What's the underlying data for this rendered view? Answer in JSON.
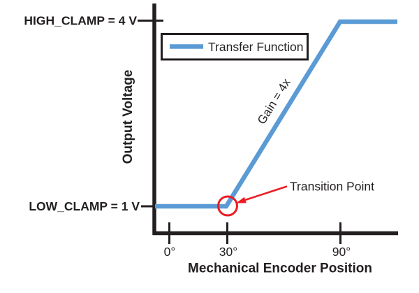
{
  "figure": {
    "labels": {
      "high_clamp": "HIGH_CLAMP = 4 V",
      "low_clamp": "LOW_CLAMP = 1 V",
      "y_axis": "Output Voltage",
      "x_axis": "Mechanical Encoder Position"
    },
    "legend": {
      "label": "Transfer Function"
    },
    "annotations": {
      "gain": "Gain = 4x",
      "transition": "Transition Point"
    }
  },
  "colors": {
    "line_blue": "#5B9BD5",
    "annotation_red": "#EC1C24",
    "ink_black": "#231F20",
    "background": "#FFFFFF"
  },
  "chart_data": {
    "type": "line",
    "title": "",
    "xlabel": "Mechanical Encoder Position",
    "ylabel": "Output Voltage",
    "x_tick_labels": [
      "0°",
      "30°",
      "90°"
    ],
    "x_ticks_deg": [
      0,
      30,
      90
    ],
    "series": [
      {
        "name": "Transfer Function",
        "x_deg": [
          0,
          30,
          90,
          120
        ],
        "y_volts": [
          1,
          1,
          4,
          4
        ]
      }
    ],
    "y_reference_lines": [
      {
        "label": "LOW_CLAMP = 1 V",
        "value_volts": 1
      },
      {
        "label": "HIGH_CLAMP = 4 V",
        "value_volts": 4
      }
    ],
    "annotations": [
      {
        "text": "Gain = 4x",
        "type": "slope-label",
        "applies_deg": [
          30,
          90
        ]
      },
      {
        "text": "Transition Point",
        "type": "callout",
        "at": {
          "x_deg": 30,
          "y_volts": 1
        }
      }
    ],
    "legend_entries": [
      "Transfer Function"
    ],
    "legend_position": "top-inside",
    "grid": false
  }
}
